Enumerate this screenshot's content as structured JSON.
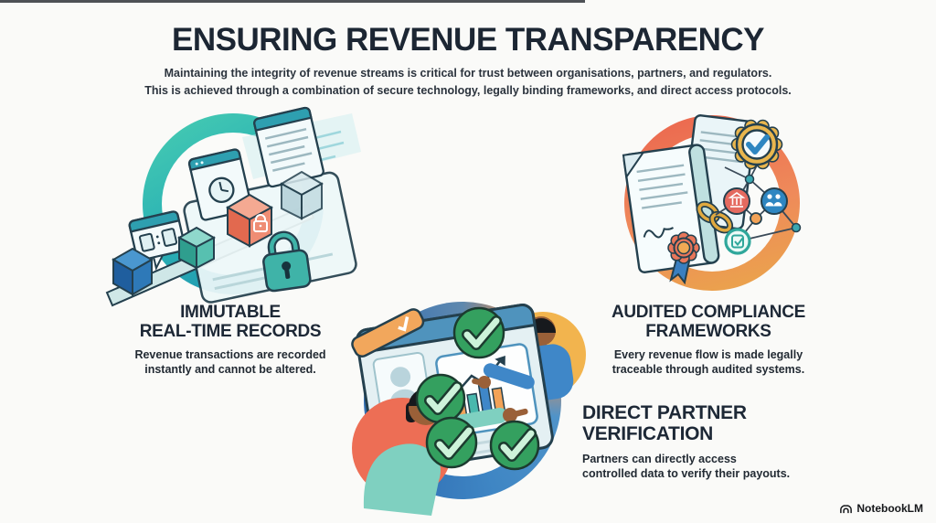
{
  "header": {
    "title": "ENSURING REVENUE TRANSPARENCY",
    "subtitle_line1": "Maintaining the integrity of revenue streams is critical for trust between organisations, partners, and regulators.",
    "subtitle_line2": "This is achieved through a combination of secure technology, legally binding frameworks, and direct access protocols."
  },
  "sections": {
    "immutable_records": {
      "title_line1": "IMMUTABLE",
      "title_line2": "REAL-TIME RECORDS",
      "description": "Revenue transactions are recorded instantly and cannot be altered.",
      "icon": "blockchain-lock-illustration",
      "ring_gradient": [
        "#46cbb2",
        "#1b8fb0"
      ]
    },
    "audited_compliance": {
      "title_line1": "AUDITED COMPLIANCE",
      "title_line2": "FRAMEWORKS",
      "description": "Every revenue flow is made legally traceable through audited systems.",
      "icon": "certified-documents-network-illustration",
      "ring_gradient": [
        "#ec6a50",
        "#eaa44c"
      ]
    },
    "direct_partner": {
      "title_line1": "DIRECT PARTNER",
      "title_line2": "VERIFICATION",
      "description": "Partners can directly access controlled data to verify their payouts.",
      "icon": "partner-dashboard-verification-illustration",
      "ring_gradient": [
        "#3f86c4",
        "#e2945c",
        "#2e6cb2"
      ]
    }
  },
  "footer": {
    "brand": "NotebookLM",
    "logo_icon": "notebooklm-logo"
  },
  "colors": {
    "background": "#fafaf8",
    "heading_text": "#1d2836",
    "body_text": "#222a33",
    "check_green": "#34a05f",
    "check_mark_mint": "#cdf3da",
    "outline_navy": "#24404e"
  }
}
